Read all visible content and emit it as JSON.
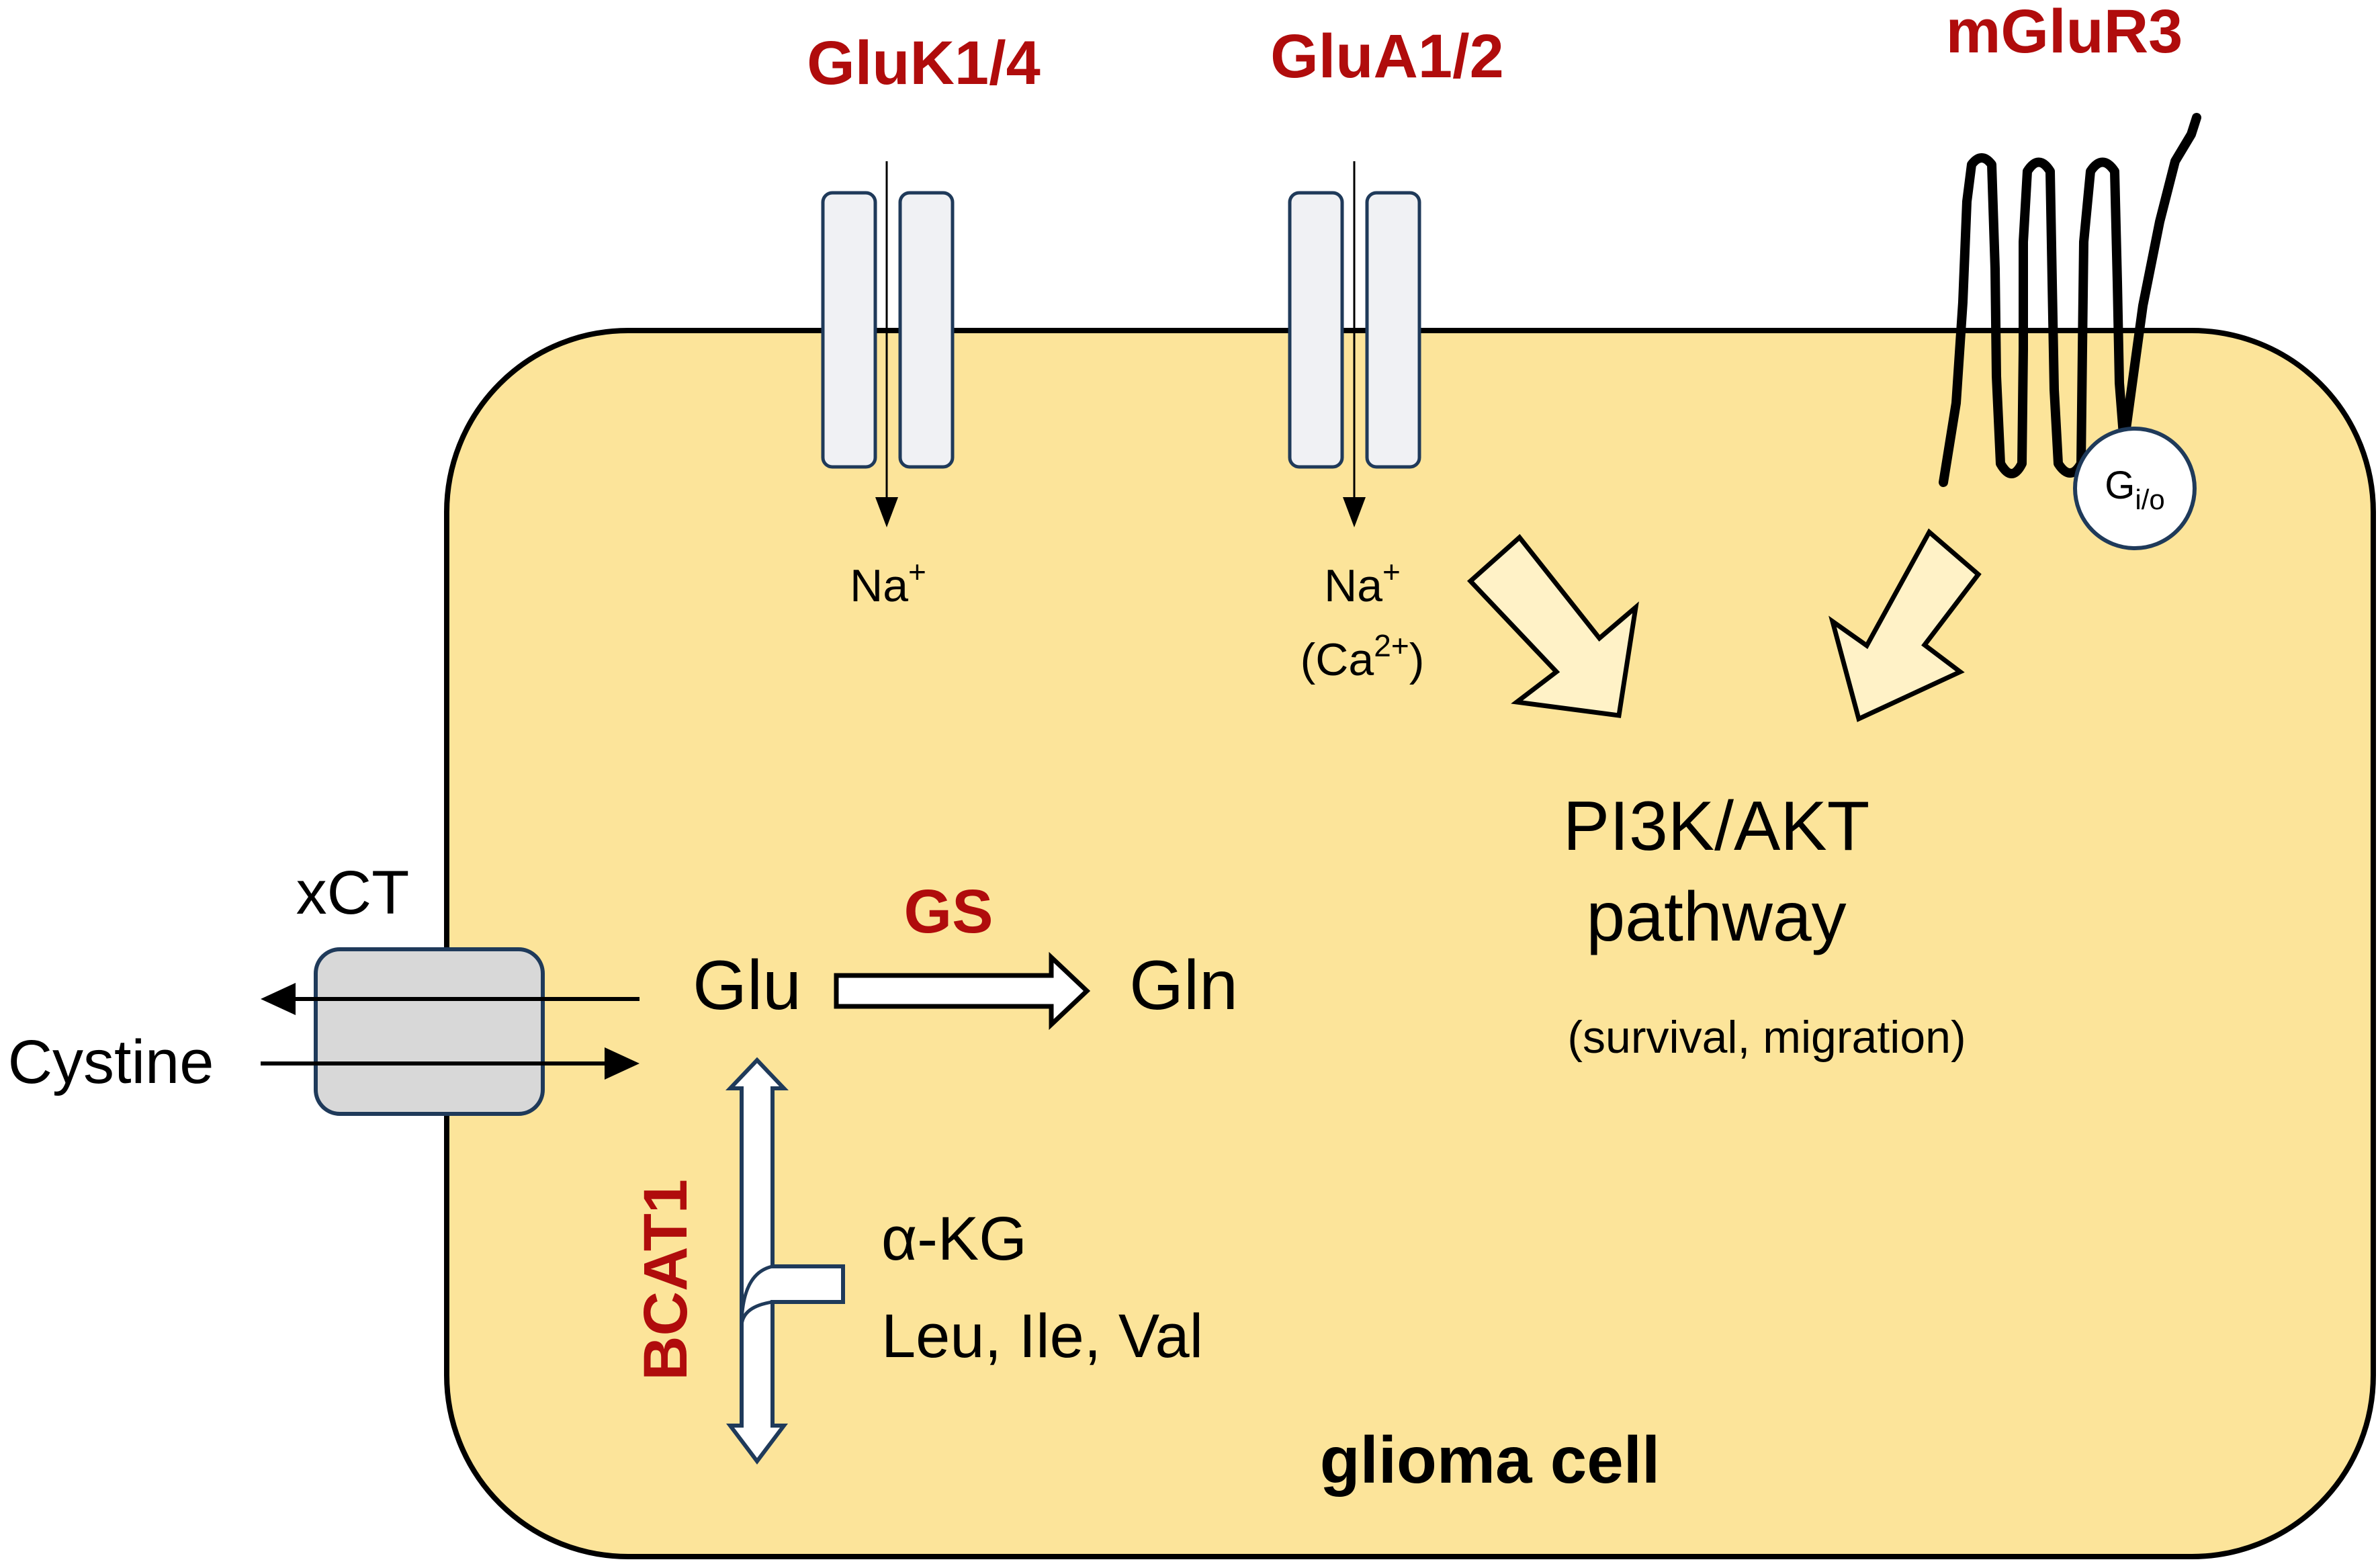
{
  "receptors": {
    "gluk": {
      "name": "GluK1/4",
      "ion": "Na",
      "ion_charge": "+"
    },
    "glua": {
      "name": "GluA1/2",
      "ion": "Na",
      "ion_charge": "+",
      "ion_secondary_open": "(Ca",
      "ion_secondary_charge": "2+",
      "ion_secondary_close": ")"
    },
    "mglur": {
      "name": "mGluR3",
      "gprotein_main": "G",
      "gprotein_sub": "i/o"
    }
  },
  "pathway": {
    "line1": "PI3K/AKT",
    "line2": "pathway",
    "note": "(survival, migration)"
  },
  "transporter": {
    "name": "xCT",
    "substrate": "Cystine"
  },
  "metabolism": {
    "glu": "Glu",
    "enzyme_gs": "GS",
    "gln": "Gln",
    "enzyme_bcat": "BCAT1",
    "akg": "α-KG",
    "bcaa": "Leu, Ile, Val"
  },
  "cell_label": "glioma cell",
  "colors": {
    "cell_fill": "#fce49a",
    "red_label": "#b00c0c",
    "channel_fill": "#f0f1f4",
    "channel_stroke": "#1f3a5a",
    "xct_fill": "#d8d8d8",
    "arrow_fill": "#fff2c7"
  }
}
